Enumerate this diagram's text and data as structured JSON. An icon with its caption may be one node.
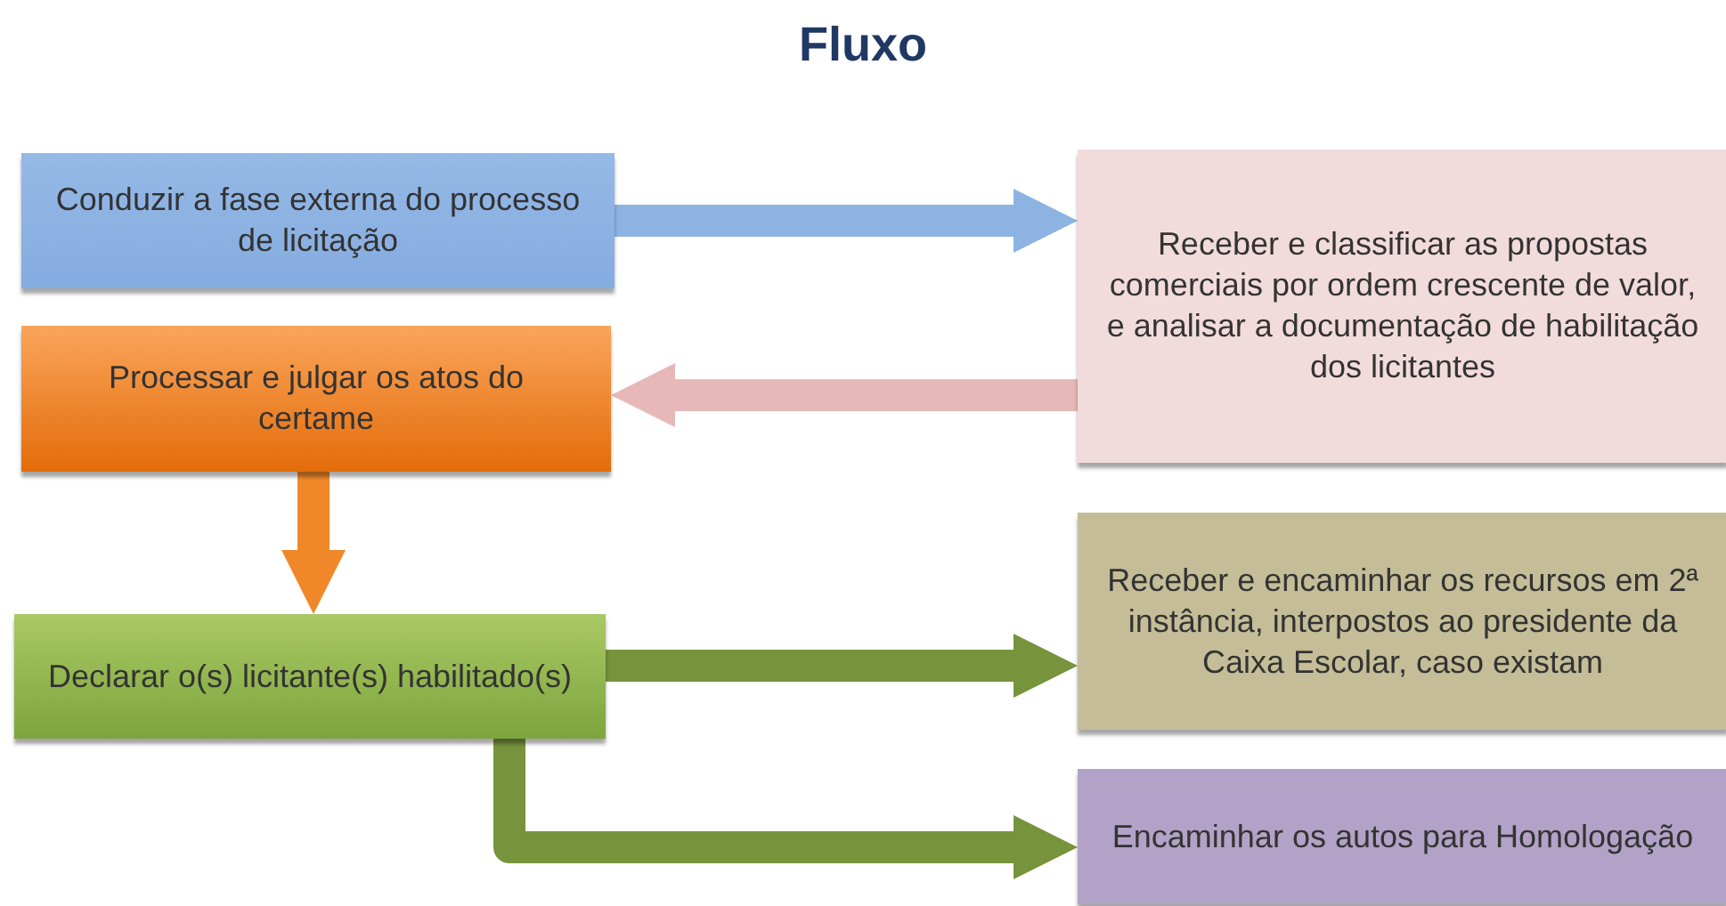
{
  "diagram": {
    "title": "Fluxo",
    "nodes": [
      {
        "text": [
          "Conduzir a fase externa do processo de licitação"
        ]
      },
      {
        "text": [
          "Receber e classificar as propostas comerciais por ordem crescente de valor, e analisar a documentação de habilitação dos licitantes"
        ]
      },
      {
        "text": [
          "Processar e julgar os atos do certame"
        ]
      },
      {
        "text": [
          "Declarar o(s) licitante(s) habilitado(s)"
        ]
      },
      {
        "text": [
          "Receber e encaminhar os recursos em 2ª instância, interpostos ao presidente da Caixa Escolar, caso existam"
        ]
      },
      {
        "text": [
          "Encaminhar os autos para Homologação"
        ]
      }
    ],
    "edges": [
      {
        "from": 0,
        "to": 1,
        "arrow": "to",
        "color": "#8db3e2"
      },
      {
        "from": 1,
        "to": 2,
        "arrow": "to",
        "color": "#e6b9b8"
      },
      {
        "from": 2,
        "to": 3,
        "arrow": "to",
        "color": "#f0882a"
      },
      {
        "from": 3,
        "to": 4,
        "arrow": "to",
        "color": "#77933c"
      },
      {
        "from": 3,
        "to": 5,
        "arrow": "to",
        "color": "#77933c"
      }
    ]
  }
}
